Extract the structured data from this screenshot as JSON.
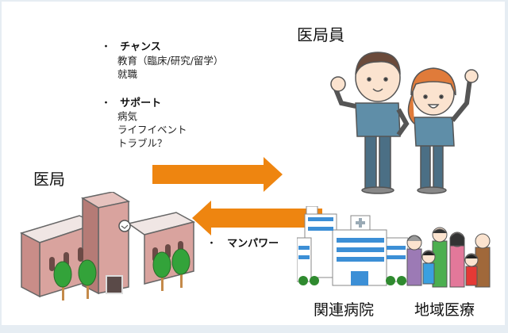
{
  "slide": {
    "labels": {
      "ikyoku": "医局",
      "ikyokuin": "医局員",
      "kanren_byoin": "関連病院",
      "chiiki_iryo": "地域医療"
    },
    "bullets_top": [
      {
        "dot": "・",
        "title": "チャンス",
        "items": [
          "教育（臨床/研究/留学）",
          "就職"
        ]
      },
      {
        "dot": "・",
        "title": "サポート",
        "items": [
          "病気",
          "ライフイベント",
          "トラブル？"
        ]
      }
    ],
    "bullet_bottom": {
      "dot": "・",
      "title": "マンパワー"
    },
    "colors": {
      "arrow": "#ee8510",
      "background": "#ffffff",
      "frame": "#e6edf3",
      "university_wall": "#d9a39e",
      "scrubs": "#5f8ea8",
      "hospital_blue": "#3c8fd6"
    },
    "icons": {
      "arrow_right": "arrow-right-icon",
      "arrow_left": "arrow-left-icon",
      "university": "university-building-icon",
      "doctors": "doctors-illustration-icon",
      "hospital": "hospital-building-icon",
      "family": "family-community-icon"
    }
  }
}
